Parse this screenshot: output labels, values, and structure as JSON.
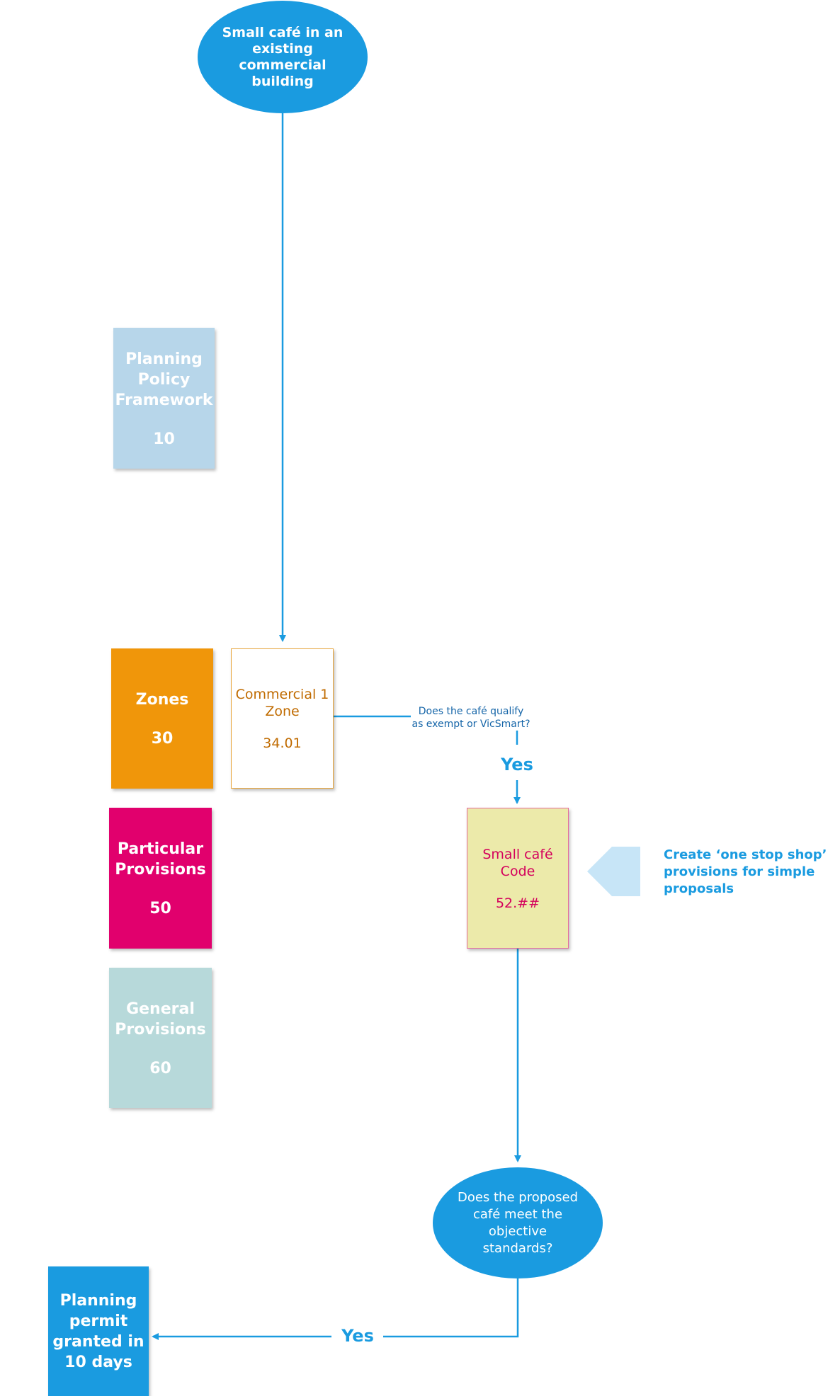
{
  "colors": {
    "flow_blue": "#1a9be0",
    "policy_box": "#b7d6ea",
    "zones_box": "#f0960a",
    "particular_box": "#e1006d",
    "general_box": "#b7d9da",
    "commercial_border": "#e8a53b",
    "commercial_text": "#c06b00",
    "cafe_fill": "#eceaaa",
    "cafe_border": "#e56b9b",
    "cafe_text": "#d4005c",
    "arrow_shape": "#c7e5f7"
  },
  "start": {
    "text": "Small café in an existing commercial building"
  },
  "framework": {
    "policy": {
      "label": "Planning\nPolicy\nFramework",
      "number": "10"
    },
    "zones": {
      "label": "Zones",
      "number": "30"
    },
    "particular": {
      "label": "Particular\nProvisions",
      "number": "50"
    },
    "general": {
      "label": "General\nProvisions",
      "number": "60"
    }
  },
  "commercial_zone": {
    "label": "Commercial 1\nZone",
    "number": "34.01"
  },
  "question_exempt": {
    "text": "Does the café qualify\nas exempt or VicSmart?"
  },
  "yes_1": "Yes",
  "cafe_code": {
    "label": "Small café\nCode",
    "number": "52.##"
  },
  "callout": {
    "text": "Create ‘one stop shop’\nprovisions for simple\nproposals",
    "icon": "chevron-left-arrow-icon"
  },
  "question_standards": {
    "text": "Does the proposed café meet the objective standards?"
  },
  "yes_2": "Yes",
  "result": {
    "text": "Planning permit granted in 10 days"
  }
}
